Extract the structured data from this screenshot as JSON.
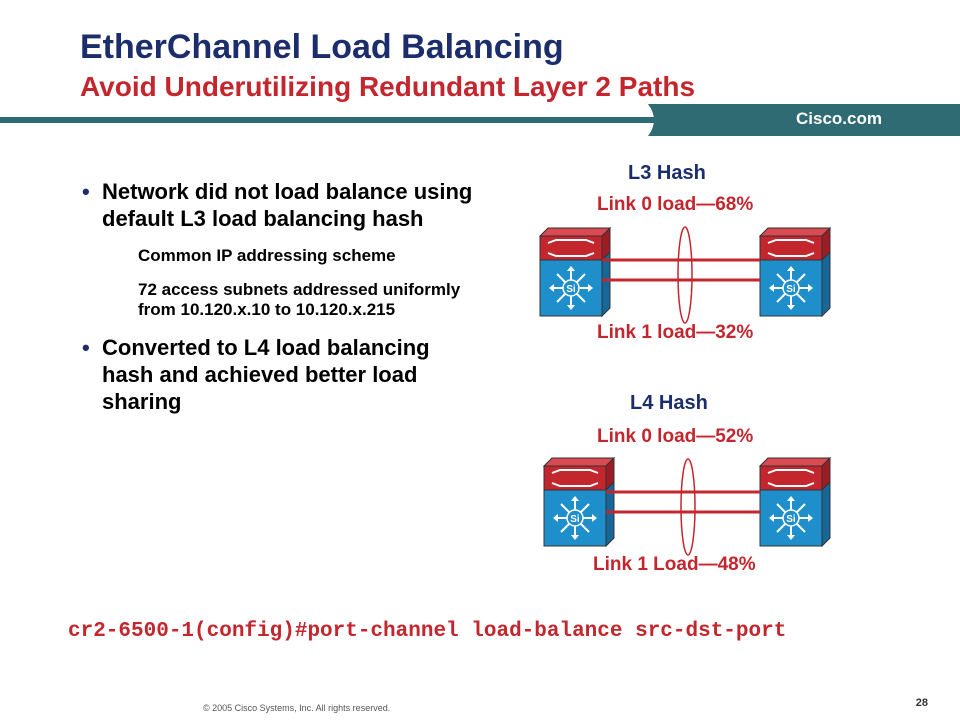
{
  "slide": {
    "title": "EtherChannel Load Balancing",
    "subtitle": "Avoid Underutilizing Redundant Layer 2 Paths",
    "logo": "Cisco.com",
    "colors": {
      "title": "#1c2d6b",
      "accent": "#c4262e",
      "bar": "#2f6b72",
      "switch_top": "#c4262e",
      "switch_body": "#1f8fcb"
    }
  },
  "bullets": [
    {
      "text": "Network did not load balance using default L3 load balancing hash",
      "sub": [
        "Common IP addressing scheme",
        "72 access subnets addressed uniformly from 10.120.x.10 to 10.120.x.215"
      ]
    },
    {
      "text": "Converted to L4 load balancing hash and achieved better load sharing",
      "sub": []
    }
  ],
  "diagram": {
    "l3": {
      "hash_label": "L3 Hash",
      "link0": "Link 0 load—68%",
      "link1": "Link 1 load—32%"
    },
    "l4": {
      "hash_label": "L4 Hash",
      "link0": "Link 0 load—52%",
      "link1": "Link 1 Load—48%"
    },
    "switch_icon_label": "Si"
  },
  "command": "cr2-6500-1(config)#port-channel load-balance src-dst-port",
  "footer": {
    "copyright": "© 2005 Cisco Systems, Inc. All rights reserved.",
    "page": "28"
  }
}
